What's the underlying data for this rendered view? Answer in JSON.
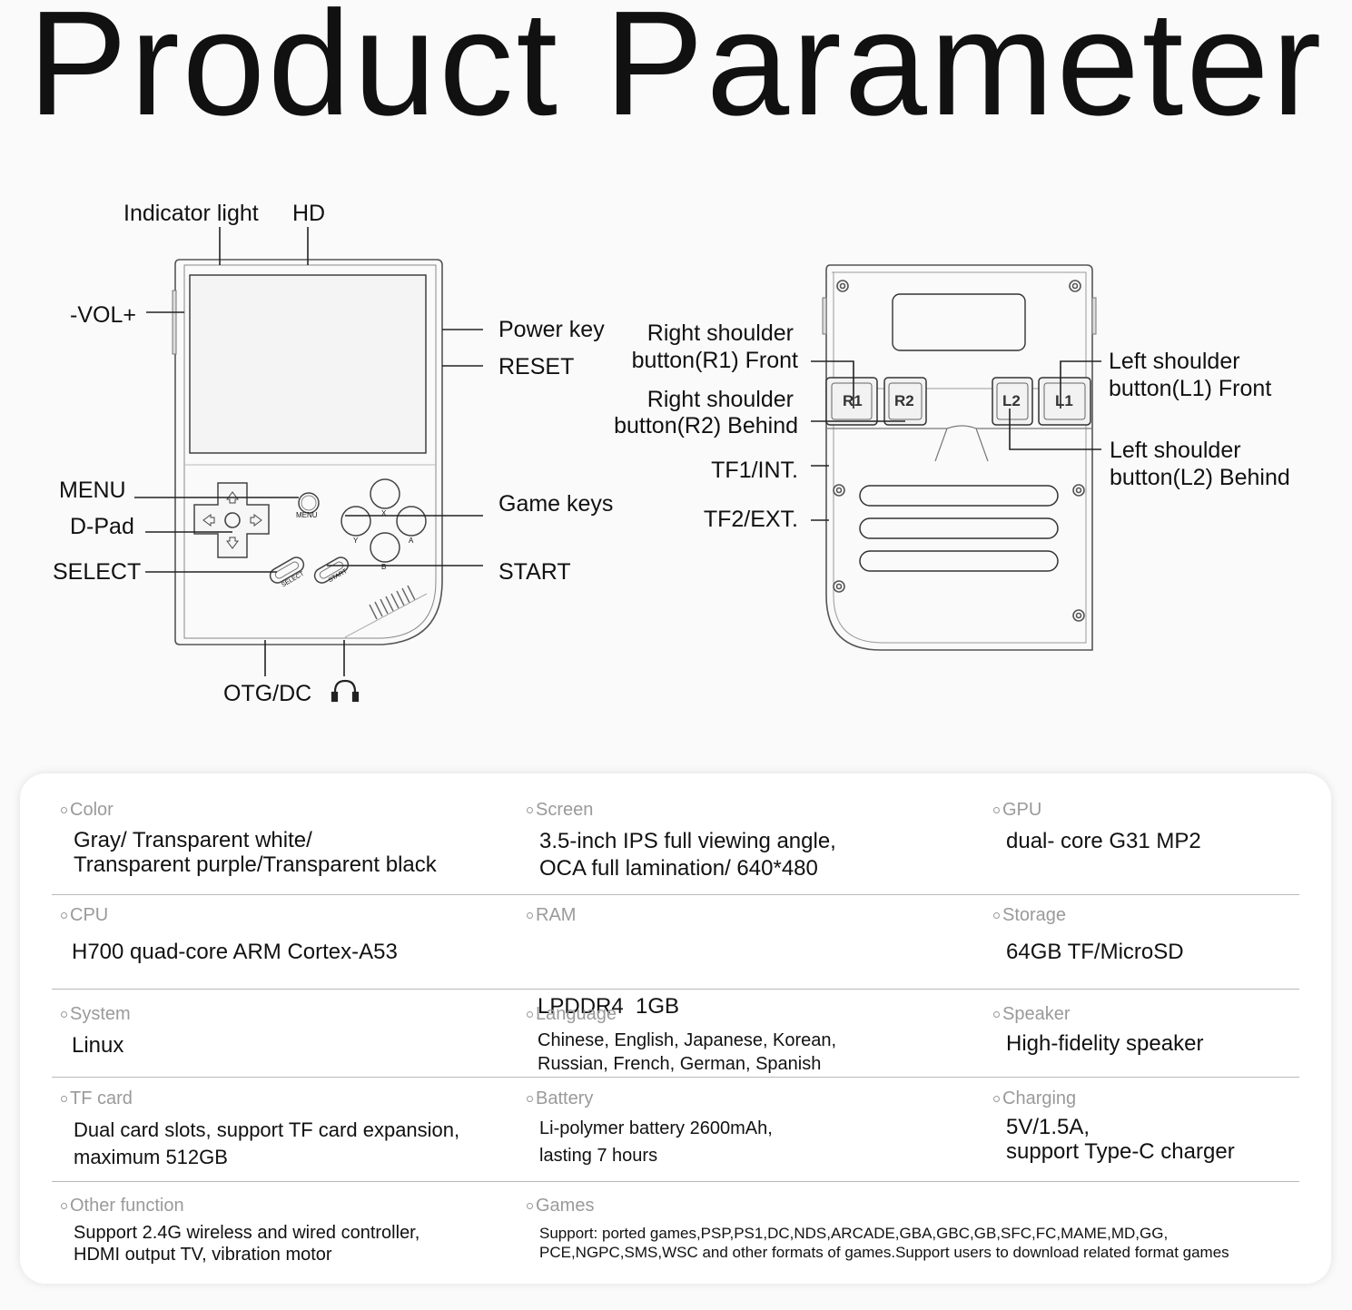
{
  "title": "Product Parameter",
  "front_labels": {
    "indicator_light": "Indicator light",
    "hd": "HD",
    "vol": "-VOL+",
    "power_key": "Power key",
    "reset": "RESET",
    "menu": "MENU",
    "dpad": "D-Pad",
    "select": "SELECT",
    "game_keys": "Game keys",
    "start": "START",
    "otg_dc": "OTG/DC"
  },
  "device_markings": {
    "menu": "MENU",
    "select": "SELECT",
    "start": "START",
    "x": "X",
    "y": "Y",
    "a": "A",
    "b": "B"
  },
  "back_labels": {
    "r1_line1": "Right shoulder",
    "r1_line2": "button(R1) Front",
    "r2_line1": "Right shoulder",
    "r2_line2": "button(R2) Behind",
    "tf1": "TF1/INT.",
    "tf2": "TF2/EXT.",
    "l1_line1": "Left shoulder",
    "l1_line2": "button(L1) Front",
    "l2_line1": "Left shoulder",
    "l2_line2": "button(L2) Behind",
    "key_r1": "R1",
    "key_r2": "R2",
    "key_l2": "L2",
    "key_l1": "L1"
  },
  "specs": [
    {
      "label": "Color",
      "lines": [
        "Gray/ Transparent white/",
        "Transparent purple/Transparent black"
      ]
    },
    {
      "label": "Screen",
      "lines": [
        "3.5-inch IPS full viewing angle,",
        "OCA full lamination/ 640*480"
      ]
    },
    {
      "label": "GPU",
      "lines": [
        "dual- core G31 MP2"
      ]
    },
    {
      "label": "CPU",
      "lines": [
        "H700 quad-core ARM Cortex-A53"
      ]
    },
    {
      "label": "RAM",
      "lines": [
        "LPDDR4  1GB"
      ]
    },
    {
      "label": "Storage",
      "lines": [
        "64GB TF/MicroSD"
      ]
    },
    {
      "label": "System",
      "lines": [
        "Linux"
      ]
    },
    {
      "label": "Language",
      "lines": [
        "Chinese, English, Japanese, Korean,",
        "Russian, French, German, Spanish"
      ]
    },
    {
      "label": "Speaker",
      "lines": [
        "High-fidelity speaker"
      ]
    },
    {
      "label": "TF card",
      "lines": [
        "Dual card slots, support TF card expansion,",
        "maximum 512GB"
      ]
    },
    {
      "label": "Battery",
      "lines": [
        "Li-polymer battery 2600mAh,",
        "lasting 7 hours"
      ]
    },
    {
      "label": "Charging",
      "lines": [
        "5V/1.5A,",
        "support Type-C charger"
      ]
    },
    {
      "label": "Other function",
      "lines": [
        "Support 2.4G wireless and wired controller,",
        "HDMI output TV, vibration motor"
      ]
    },
    {
      "label": "Games",
      "lines": [
        "Support: ported games,PSP,PS1,DC,NDS,ARCADE,GBA,GBC,GB,SFC,FC,MAME,MD,GG,",
        "PCE,NGPC,SMS,WSC and other formats of games.Support users to download related format games"
      ]
    }
  ]
}
